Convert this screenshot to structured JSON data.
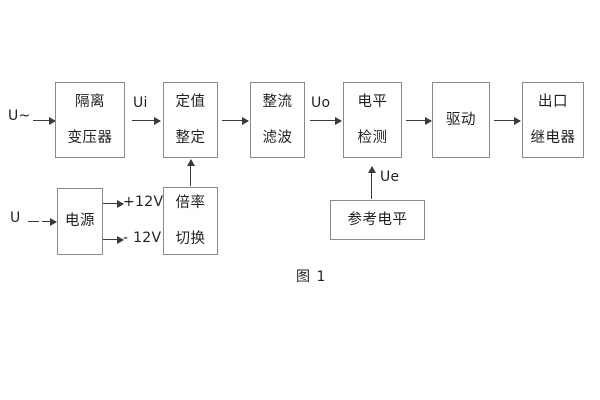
{
  "figure": {
    "caption": "图 1",
    "background": "#ffffff",
    "box_border_color": "#8a8a8a",
    "arrow_color": "#3a3a3a",
    "text_color": "#231f20"
  },
  "inputs": {
    "ac_source": "U~",
    "dc_source": "U"
  },
  "signals": {
    "ui": "Ui",
    "uo": "Uo",
    "ue": "Ue",
    "pos12": "+12V",
    "neg12": "- 12V"
  },
  "blocks": [
    {
      "id": "isolation-transformer",
      "line1": "隔离",
      "line2": "变压器"
    },
    {
      "id": "setting-value",
      "line1": "定值",
      "line2": "整定"
    },
    {
      "id": "rectify-filter",
      "line1": "整流",
      "line2": "滤波"
    },
    {
      "id": "level-detection",
      "line1": "电平",
      "line2": "检测"
    },
    {
      "id": "drive",
      "line1": "驱动",
      "line2": ""
    },
    {
      "id": "output-relay",
      "line1": "出口",
      "line2": "继电器"
    },
    {
      "id": "power-supply",
      "line1": "电源",
      "line2": ""
    },
    {
      "id": "multiplier-switch",
      "line1": "倍率",
      "line2": "切换"
    },
    {
      "id": "reference-level",
      "line1": "参考电平",
      "line2": ""
    }
  ]
}
